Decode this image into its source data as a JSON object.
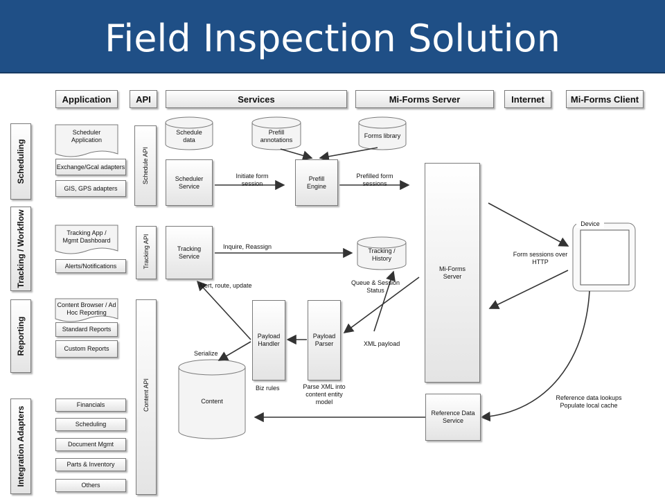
{
  "title": "Field Inspection Solution",
  "columns": [
    "Application",
    "API",
    "Services",
    "Mi-Forms Server",
    "Internet",
    "Mi-Forms Client"
  ],
  "rows": [
    "Scheduling",
    "Tracking / Workflow",
    "Reporting",
    "Integration Adapters"
  ],
  "applications": {
    "scheduler": "Scheduler Application",
    "exchange": "Exchange/Gcal adapters",
    "gis": "GIS, GPS adapters",
    "tracking_app": "Tracking App / Mgmt Dashboard",
    "alerts": "Alerts/Notifications",
    "content_browser": "Content Browser / Ad Hoc Reporting",
    "standard_reports": "Standard Reports",
    "custom_reports": "Custom Reports",
    "financials": "Financials",
    "scheduling": "Scheduling",
    "document_mgmt": "Document Mgmt",
    "parts": "Parts & Inventory",
    "others": "Others"
  },
  "apis": {
    "schedule": "Schedule API",
    "tracking": "Tracking API",
    "content": "Content API"
  },
  "stores": {
    "schedule_data": "Schedule data",
    "prefill_annotations": "Prefill annotations",
    "forms_library": "Forms library",
    "tracking_history": "Tracking / History",
    "content": "Content"
  },
  "services": {
    "scheduler": "Scheduler Service",
    "prefill": "Prefill Engine",
    "tracking": "Tracking Service",
    "payload_handler": "Payload Handler",
    "payload_parser": "Payload Parser",
    "miforms_server": "Mi-Forms Server",
    "reference_data": "Reference Data Service"
  },
  "device": "Device",
  "edge_labels": {
    "initiate": "Initiate form session",
    "prefilled": "Prefilled form sessions",
    "inquire": "Inquire, Reassign",
    "queue": "Queue & Session Status",
    "alert": "Alert, route, update",
    "xml": "XML payload",
    "serialize": "Serialize",
    "biz_rules": "Biz rules",
    "parse_xml": "Parse XML into content entity model",
    "form_sessions": "Form sessions over HTTP",
    "ref_lookups": "Reference data lookups Populate local cache"
  },
  "colors": {
    "title_bg": "#1f4f86",
    "title_text": "#ffffff",
    "line": "#3a3a3a"
  }
}
